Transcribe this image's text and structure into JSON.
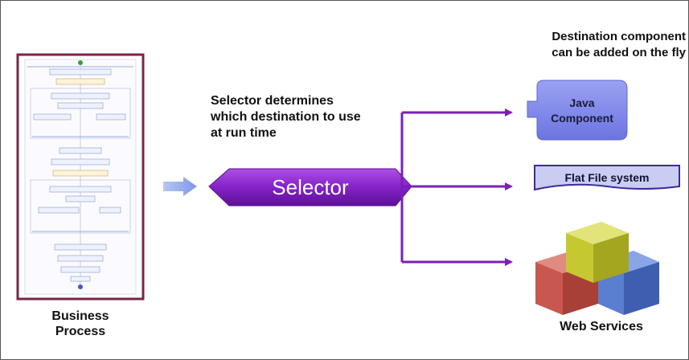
{
  "business_process": {
    "label_line1": "Business",
    "label_line2": "Process"
  },
  "selector": {
    "label": "Selector",
    "note_line1": "Selector determines",
    "note_line2": "which destination to use",
    "note_line3": "at run time"
  },
  "destinations": {
    "note_line1": "Destination component",
    "note_line2": "can be added on the fly",
    "java_line1": "Java",
    "java_line2": "Component",
    "flat_file": "Flat File system",
    "web_services": "Web Services"
  },
  "colors": {
    "purple": "#7a1fb8",
    "border_maroon": "#7a2446",
    "java_blue": "#7a84ec",
    "flatfile_fill": "#c9cdf2",
    "arrow_blue": "#8aa0e8",
    "cube_yellow": "#c6c832",
    "cube_red": "#c8584f",
    "cube_blue": "#5a7ed0"
  }
}
